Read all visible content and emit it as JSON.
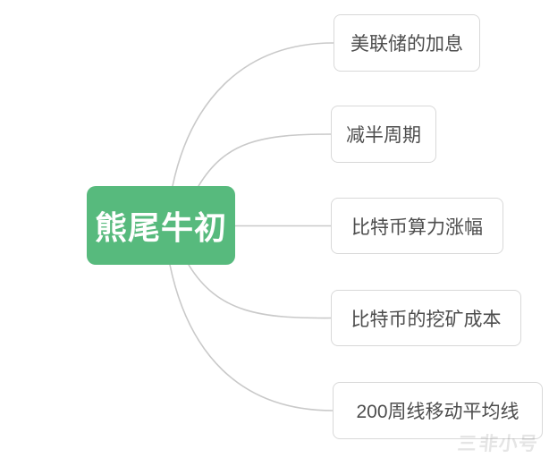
{
  "diagram": {
    "type": "mindmap",
    "root": {
      "label": "熊尾牛初"
    },
    "branches": [
      {
        "label": "美联储的加息"
      },
      {
        "label": "减半周期"
      },
      {
        "label": "比特币算力涨幅"
      },
      {
        "label": "比特币的挖矿成本"
      },
      {
        "label": "200周线移动平均线"
      }
    ]
  },
  "watermark": {
    "logo_icon": "三",
    "text": "非小号"
  },
  "colors": {
    "background": "#ffffff",
    "root_fill": "#57ba7d",
    "root_text": "#ffffff",
    "branch_border": "#d8d8d8",
    "branch_text": "#4d4d4d",
    "connector": "#c9c9c9"
  }
}
